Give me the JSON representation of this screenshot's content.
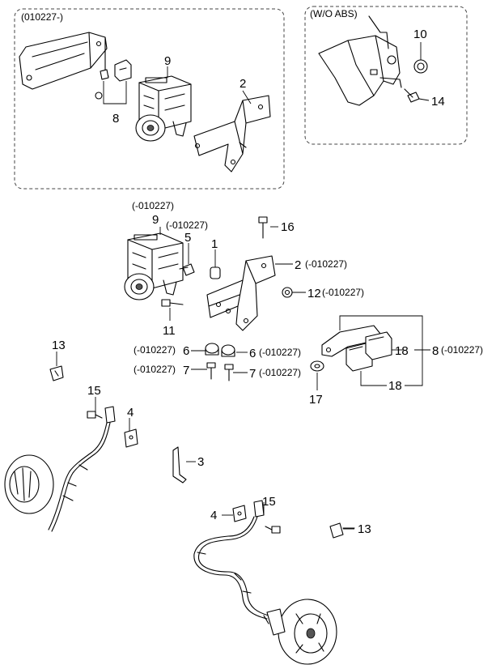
{
  "top_left_box": {
    "title": "(010227-)",
    "callouts": {
      "p9": "9",
      "p2": "2",
      "p8": "8"
    }
  },
  "top_right_box": {
    "title": "(W/O ABS)",
    "callouts": {
      "p10": "10",
      "p14": "14"
    }
  },
  "main_assembly": {
    "callouts": {
      "p9": "9",
      "p9_note": "(-010227)",
      "p5": "5",
      "p5_note": "(-010227)",
      "p1": "1",
      "p16": "16",
      "p2": "2",
      "p2_note": "(-010227)",
      "p12": "12",
      "p12_note": "(-010227)",
      "p11": "11",
      "p6a": "6",
      "p6a_note": "(-010227)",
      "p6b": "6",
      "p6b_note": "(-010227)",
      "p7a": "7",
      "p7a_note": "(-010227)",
      "p7b": "7",
      "p7b_note": "(-010227)",
      "p18a": "18",
      "p18b": "18",
      "p8": "8",
      "p8_note": "(-010227)",
      "p17": "17"
    }
  },
  "front_sensor": {
    "callouts": {
      "p13": "13",
      "p15": "15",
      "p4": "4",
      "p3": "3"
    }
  },
  "rear_sensor": {
    "callouts": {
      "p4": "4",
      "p15": "15",
      "p13": "13"
    }
  }
}
